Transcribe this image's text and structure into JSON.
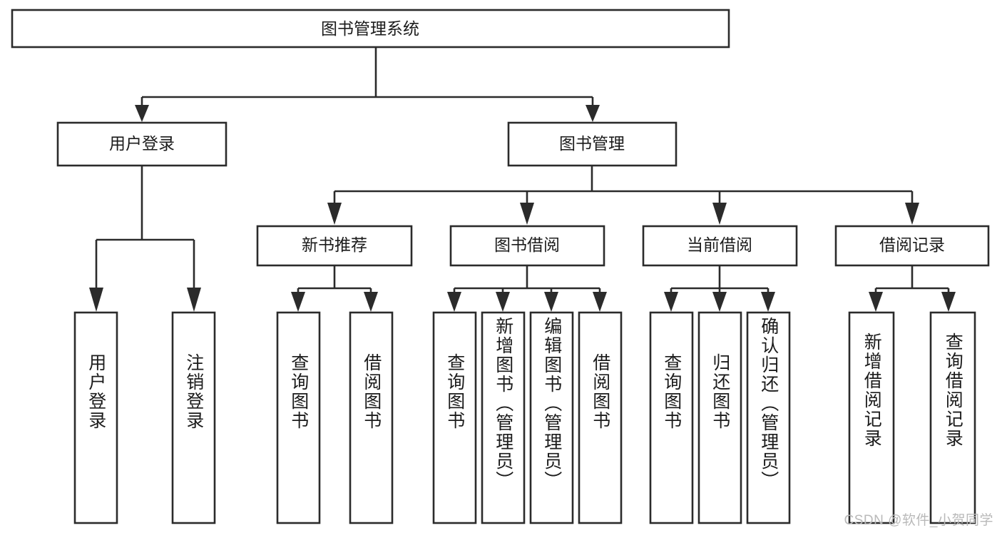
{
  "diagram": {
    "title": "图书管理系统",
    "type": "hierarchy-tree",
    "watermark": "CSDN @软件_小贺同学",
    "colors": {
      "box_stroke": "#2b2b2b",
      "box_fill": "#ffffff",
      "text": "#1b1b1b",
      "background": "#ffffff",
      "watermark": "#b9b9b9"
    },
    "root": {
      "label": "图书管理系统",
      "orientation": "horizontal"
    },
    "level2": [
      {
        "label": "用户登录",
        "orientation": "horizontal"
      },
      {
        "label": "图书管理",
        "orientation": "horizontal"
      }
    ],
    "level3": [
      {
        "label": "新书推荐",
        "orientation": "horizontal",
        "parent": "图书管理"
      },
      {
        "label": "图书借阅",
        "orientation": "horizontal",
        "parent": "图书管理"
      },
      {
        "label": "当前借阅",
        "orientation": "horizontal",
        "parent": "图书管理"
      },
      {
        "label": "借阅记录",
        "orientation": "horizontal",
        "parent": "图书管理"
      }
    ],
    "leaves": [
      {
        "label": "用户登录",
        "orientation": "vertical",
        "parent": "用户登录"
      },
      {
        "label": "注销登录",
        "orientation": "vertical",
        "parent": "用户登录"
      },
      {
        "label": "查询图书",
        "orientation": "vertical",
        "parent": "新书推荐"
      },
      {
        "label": "借阅图书",
        "orientation": "vertical",
        "parent": "新书推荐"
      },
      {
        "label": "查询图书",
        "orientation": "vertical",
        "parent": "图书借阅"
      },
      {
        "label": "新增图书（管理员）",
        "orientation": "vertical",
        "parent": "图书借阅"
      },
      {
        "label": "编辑图书（管理员）",
        "orientation": "vertical",
        "parent": "图书借阅"
      },
      {
        "label": "借阅图书",
        "orientation": "vertical",
        "parent": "图书借阅"
      },
      {
        "label": "查询图书",
        "orientation": "vertical",
        "parent": "当前借阅"
      },
      {
        "label": "归还图书",
        "orientation": "vertical",
        "parent": "当前借阅"
      },
      {
        "label": "确认归还（管理员）",
        "orientation": "vertical",
        "parent": "当前借阅"
      },
      {
        "label": "新增借阅记录",
        "orientation": "vertical",
        "parent": "借阅记录"
      },
      {
        "label": "查询借阅记录",
        "orientation": "vertical",
        "parent": "借阅记录"
      }
    ]
  }
}
